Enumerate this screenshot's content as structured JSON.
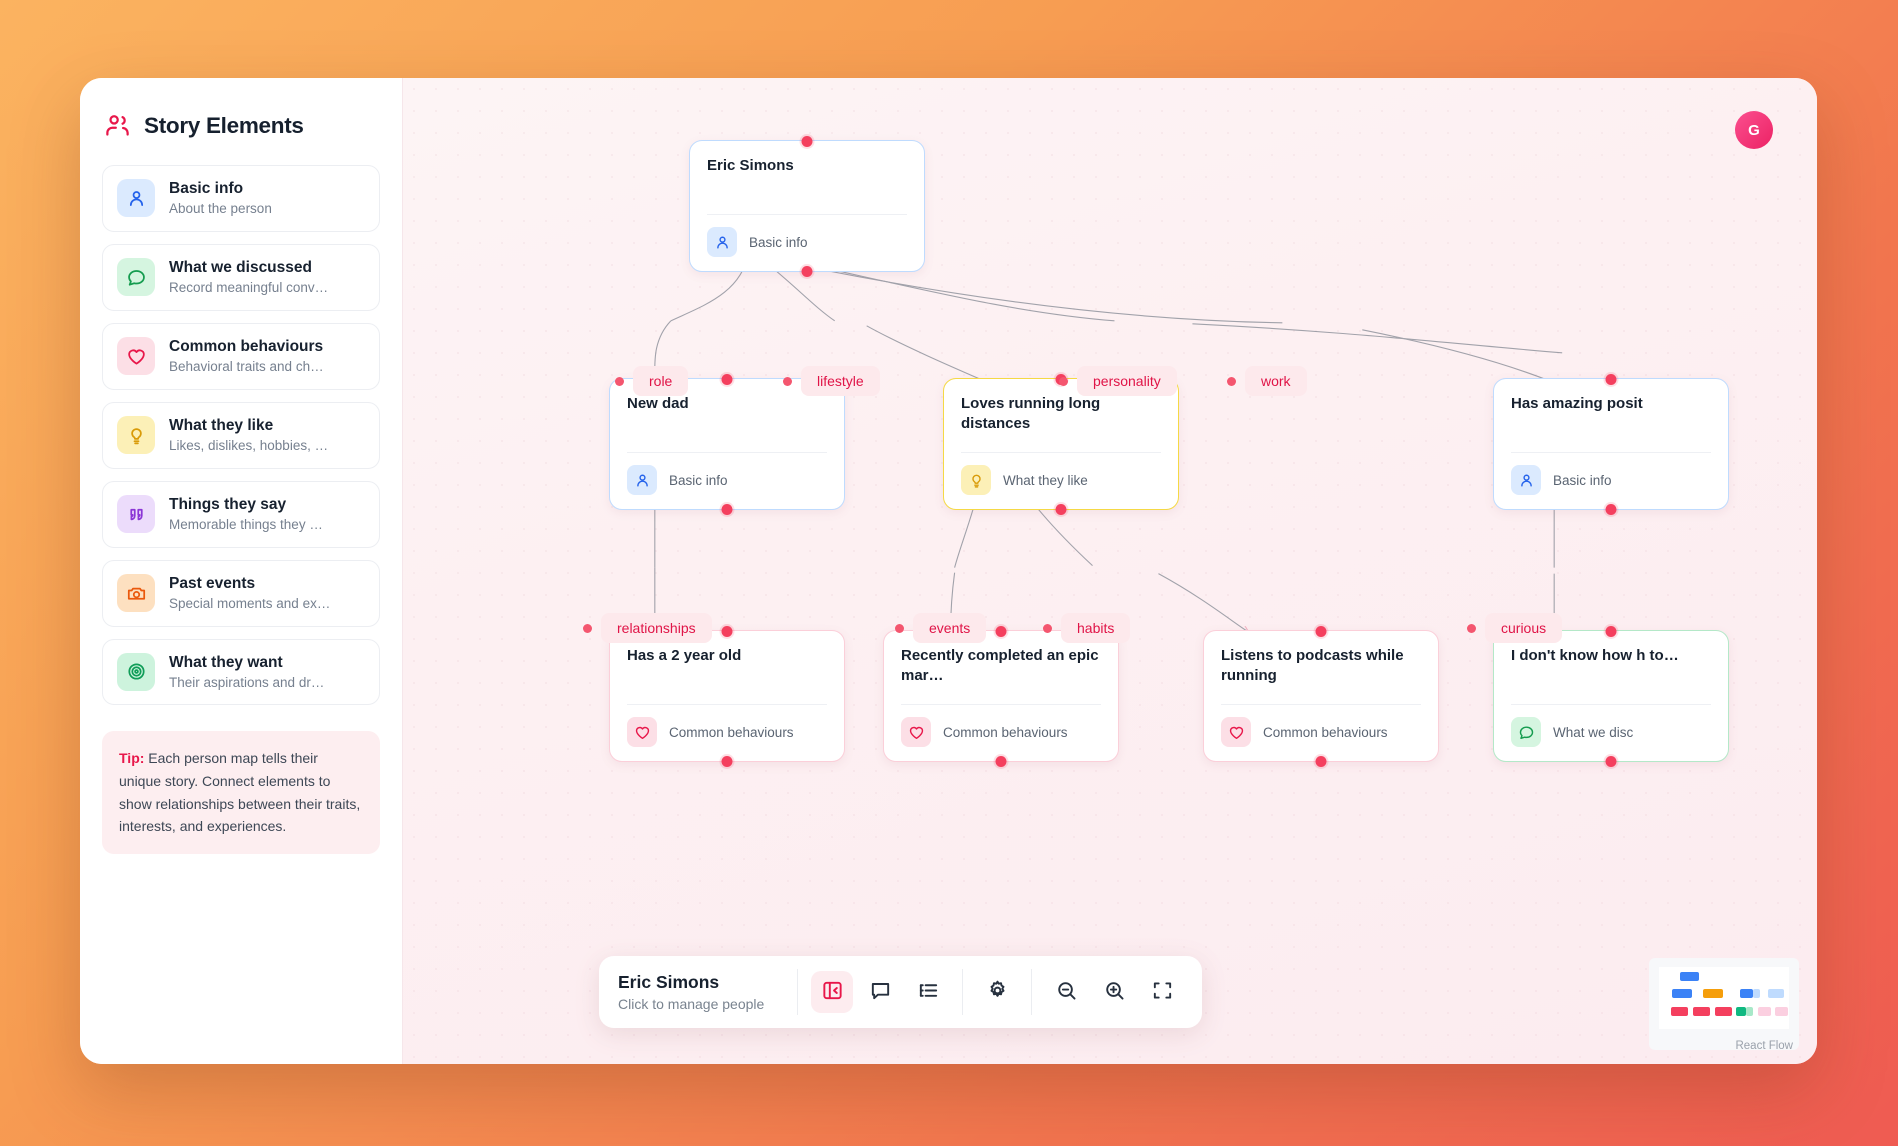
{
  "sidebar": {
    "title": "Story Elements",
    "items": [
      {
        "label": "Basic info",
        "sub": "About the person",
        "icon": "person-icon",
        "bg": "#dbeafe",
        "fg": "#2563eb"
      },
      {
        "label": "What we discussed",
        "sub": "Record meaningful conv…",
        "icon": "chat-icon",
        "bg": "#d5f5e0",
        "fg": "#159c4f"
      },
      {
        "label": "Common behaviours",
        "sub": "Behavioral traits and ch…",
        "icon": "heart-icon",
        "bg": "#fcdfe6",
        "fg": "#e8174a"
      },
      {
        "label": "What they like",
        "sub": "Likes, dislikes, hobbies, …",
        "icon": "bulb-icon",
        "bg": "#fcf0b7",
        "fg": "#d99b09"
      },
      {
        "label": "Things they say",
        "sub": "Memorable things they …",
        "icon": "quote-icon",
        "bg": "#ecdcfb",
        "fg": "#8b36d6"
      },
      {
        "label": "Past events",
        "sub": "Special moments and ex…",
        "icon": "camera-icon",
        "bg": "#fde0c0",
        "fg": "#ea580c"
      },
      {
        "label": "What they want",
        "sub": "Their aspirations and dr…",
        "icon": "target-icon",
        "bg": "#cdf3dd",
        "fg": "#0f9d58"
      }
    ],
    "tip_label": "Tip:",
    "tip_text": " Each person map tells their unique story. Connect elements to show relationships between their traits, interests, and experiences."
  },
  "canvas": {
    "avatar_initial": "G",
    "nodes": [
      {
        "title": "Eric Simons",
        "footer": "Basic info",
        "icon": "person-icon",
        "bg": "#dbeafe",
        "fg": "#2563eb",
        "border": "#bfdbfe"
      },
      {
        "title": "New dad",
        "footer": "Basic info",
        "icon": "person-icon",
        "bg": "#dbeafe",
        "fg": "#2563eb",
        "border": "#bfdbfe"
      },
      {
        "title": "Loves running long distances",
        "footer": "What they like",
        "icon": "bulb-icon",
        "bg": "#fcf0b7",
        "fg": "#d99b09",
        "border": "#f5d945"
      },
      {
        "title": "Has amazing posit",
        "footer": "Basic info",
        "icon": "person-icon",
        "bg": "#dbeafe",
        "fg": "#2563eb",
        "border": "#bfdbfe"
      },
      {
        "title": "Has a 2 year old",
        "footer": "Common behaviours",
        "icon": "heart-icon",
        "bg": "#fcdfe6",
        "fg": "#e8174a",
        "border": "#fbcfd9"
      },
      {
        "title": "Recently completed an epic mar…",
        "footer": "Common behaviours",
        "icon": "heart-icon",
        "bg": "#fcdfe6",
        "fg": "#e8174a",
        "border": "#fbcfd9"
      },
      {
        "title": "Listens to podcasts while running",
        "footer": "Common behaviours",
        "icon": "heart-icon",
        "bg": "#fcdfe6",
        "fg": "#e8174a",
        "border": "#fbcfd9"
      },
      {
        "title": "I don't know how h to…",
        "footer": "What we disc",
        "icon": "chat-icon",
        "bg": "#d5f5e0",
        "fg": "#159c4f",
        "border": "#b4e8c8"
      }
    ],
    "edge_labels": [
      "role",
      "lifestyle",
      "personality",
      "work",
      "relationships",
      "events",
      "habits",
      "curious"
    ]
  },
  "toolbar": {
    "person_name": "Eric Simons",
    "person_sub": "Click to manage people",
    "buttons": [
      {
        "name": "toggle-panel-button",
        "icon": "panel-collapse-icon",
        "active": true
      },
      {
        "name": "comment-button",
        "icon": "comment-icon",
        "active": false
      },
      {
        "name": "outline-button",
        "icon": "list-tree-icon",
        "active": false
      },
      {
        "name": "settings-button",
        "icon": "gear-icon",
        "active": false
      },
      {
        "name": "zoom-out-button",
        "icon": "zoom-out-icon",
        "active": false
      },
      {
        "name": "zoom-in-button",
        "icon": "zoom-in-icon",
        "active": false
      },
      {
        "name": "fit-view-button",
        "icon": "fit-view-icon",
        "active": false
      }
    ]
  },
  "minimap": {
    "caption": "React Flow"
  }
}
